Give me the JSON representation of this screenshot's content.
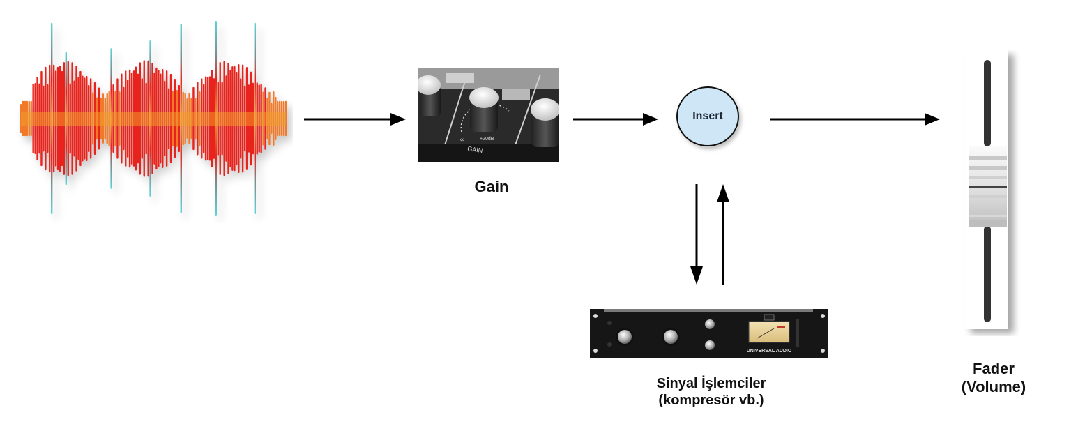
{
  "diagram": {
    "title": "Signal flow: source to fader",
    "nodes": [
      {
        "id": "source",
        "label": "",
        "icon": "audio-waveform-icon"
      },
      {
        "id": "gain",
        "label": "Gain",
        "image": "mixer-gain-knob-photo",
        "knob_markings": [
          "∞",
          "+20dB",
          "GAIN"
        ]
      },
      {
        "id": "insert",
        "label": "Insert"
      },
      {
        "id": "processors",
        "label_line1": "Sinyal İşlemciler",
        "label_line2": "(kompresör vb.)",
        "image": "rack-compressor-photo",
        "brand": "UNIVERSAL AUDIO"
      },
      {
        "id": "fader",
        "label_line1": "Fader",
        "label_line2": "(Volume)",
        "image": "channel-fader-icon"
      }
    ],
    "edges": [
      {
        "from": "source",
        "to": "gain"
      },
      {
        "from": "gain",
        "to": "insert"
      },
      {
        "from": "insert",
        "to": "fader"
      },
      {
        "from": "insert",
        "to": "processors"
      },
      {
        "from": "processors",
        "to": "insert"
      }
    ],
    "colors": {
      "wave_red": "#e8231a",
      "wave_orange": "#f39a2a",
      "wave_cyan": "#5fd3d8",
      "insert_fill": "#cfe6f7",
      "arrow": "#000000",
      "label_text": "#111111"
    }
  }
}
